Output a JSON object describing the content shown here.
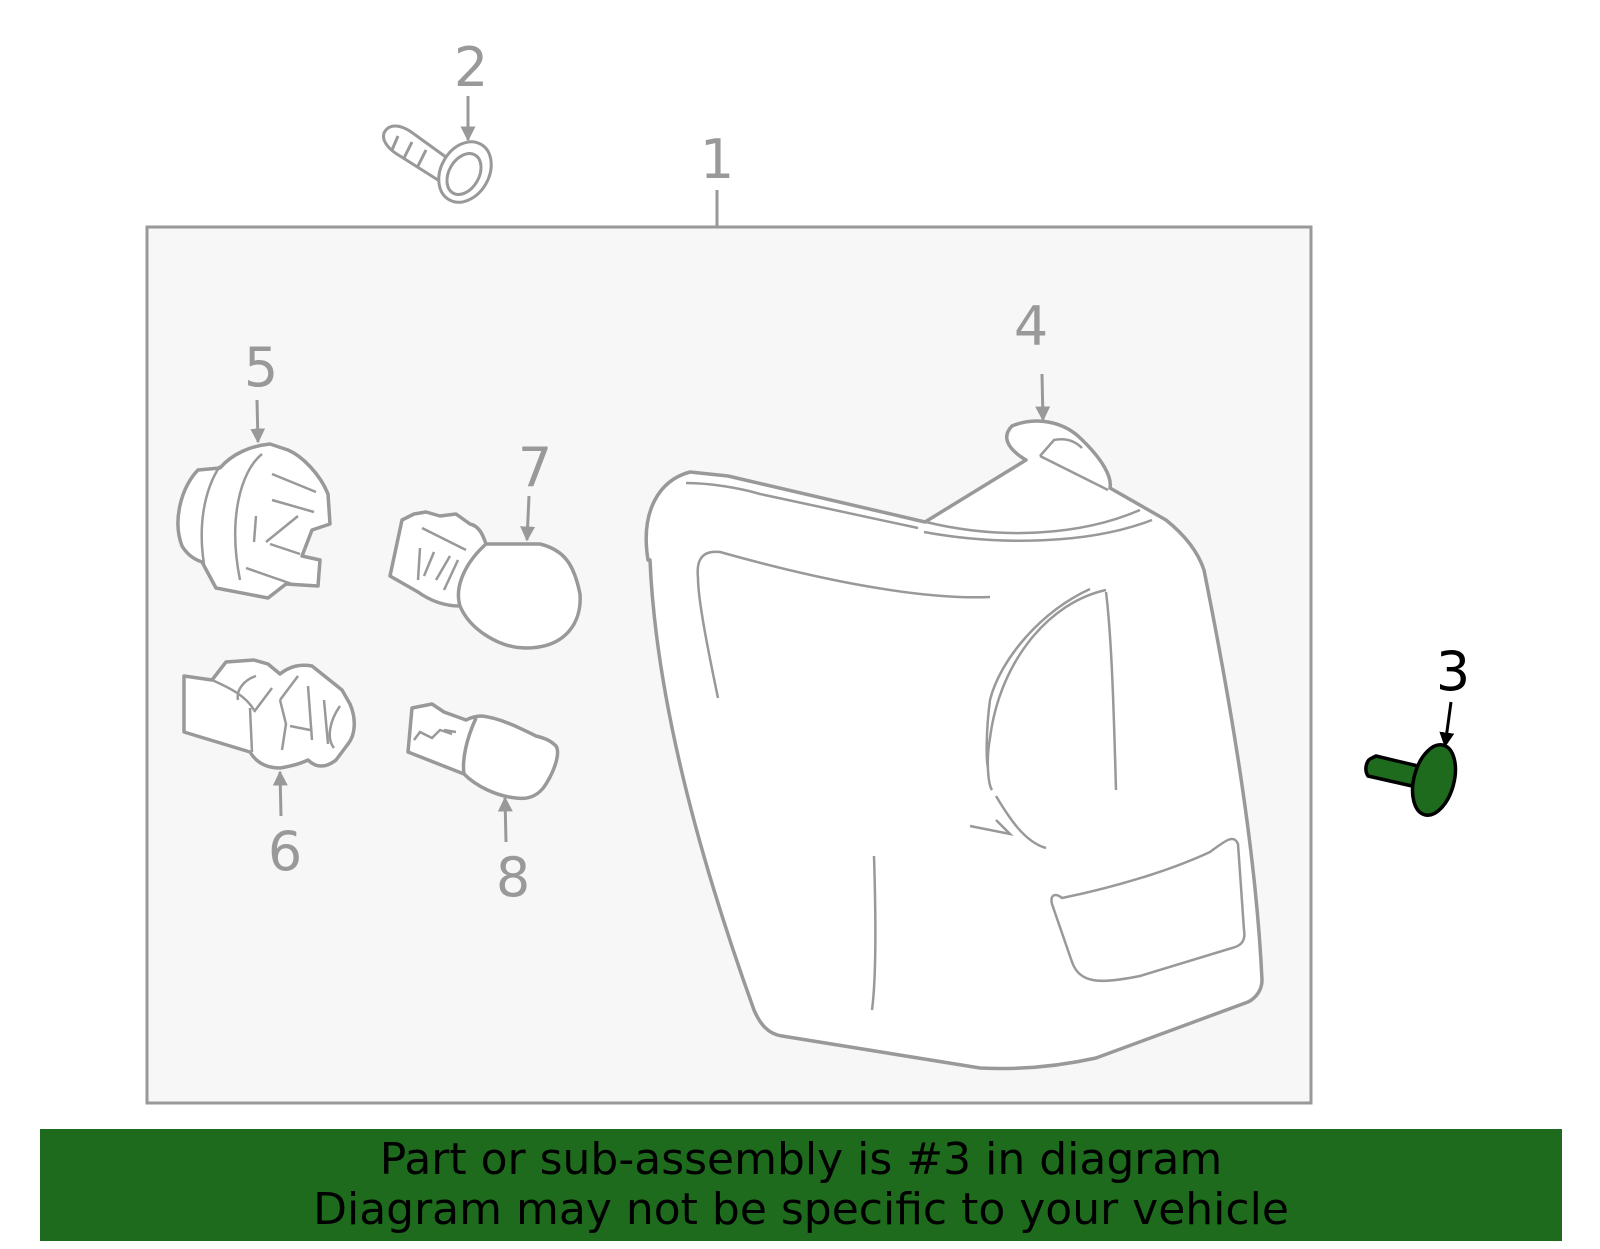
{
  "colors": {
    "line": "#999999",
    "box_fill": "#f7f7f7",
    "highlight": "#1e6b1e",
    "banner_bg": "#1e6b1e",
    "banner_text": "#000000"
  },
  "callouts": {
    "c1": "1",
    "c2": "2",
    "c3": "3",
    "c4": "4",
    "c5": "5",
    "c6": "6",
    "c7": "7",
    "c8": "8"
  },
  "highlighted_part": "3",
  "banner": {
    "line1": "Part or sub-assembly is #3 in diagram",
    "line2": "Diagram may not be specific to your vehicle"
  }
}
